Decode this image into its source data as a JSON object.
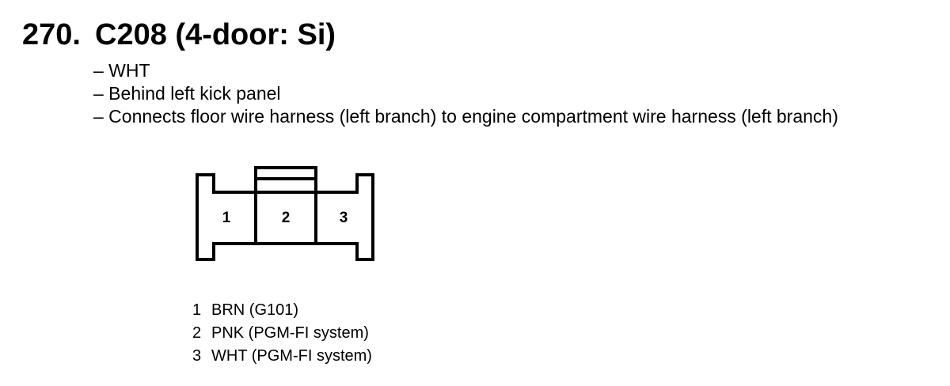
{
  "section": {
    "number": "270.",
    "title": "C208 (4-door: Si)"
  },
  "details": [
    "– WHT",
    "– Behind left kick panel",
    "– Connects floor wire harness (left branch) to engine compartment wire harness (left branch)"
  ],
  "connector": {
    "pins": [
      {
        "number": "1",
        "label": "1"
      },
      {
        "number": "2",
        "label": "2"
      },
      {
        "number": "3",
        "label": "3"
      }
    ]
  },
  "pin_assignments": [
    {
      "pin": "1",
      "desc": "BRN (G101)"
    },
    {
      "pin": "2",
      "desc": "PNK (PGM-FI system)"
    },
    {
      "pin": "3",
      "desc": "WHT (PGM-FI system)"
    }
  ]
}
